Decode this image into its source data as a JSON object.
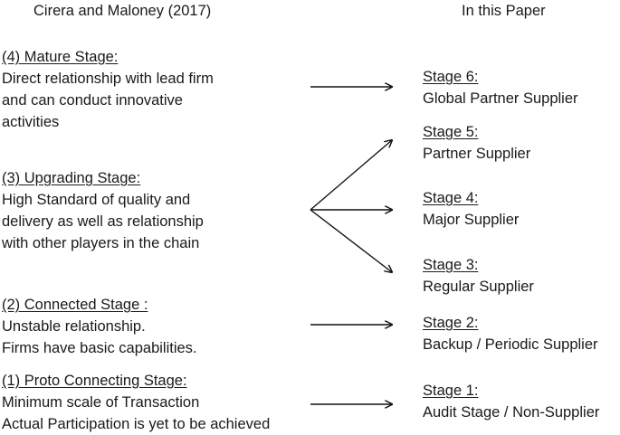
{
  "headers": {
    "left": "Cirera and Maloney (2017)",
    "right": "In this Paper"
  },
  "left_stages": [
    {
      "title": "(4) Mature Stage:",
      "lines": [
        "Direct relationship with lead firm",
        "and can conduct innovative",
        "activities"
      ]
    },
    {
      "title": "(3) Upgrading Stage:",
      "lines": [
        "High Standard of quality and",
        "delivery as well as relationship",
        "with other players in the chain"
      ]
    },
    {
      "title": "(2) Connected Stage :",
      "lines": [
        "Unstable relationship.",
        "Firms have basic capabilities."
      ]
    },
    {
      "title": "(1) Proto Connecting Stage:",
      "lines": [
        "Minimum scale of Transaction",
        "Actual Participation is yet to be achieved"
      ]
    }
  ],
  "right_stages": [
    {
      "title": "Stage 6:",
      "name": "Global Partner Supplier"
    },
    {
      "title": "Stage 5:",
      "name": "Partner Supplier"
    },
    {
      "title": "Stage 4:",
      "name": "Major Supplier"
    },
    {
      "title": "Stage 3:",
      "name": "Regular Supplier"
    },
    {
      "title": "Stage 2:",
      "name": "Backup / Periodic Supplier"
    },
    {
      "title": "Stage 1:",
      "name": "Audit Stage / Non-Supplier"
    }
  ],
  "colors": {
    "text": "#1a1a1a",
    "arrow": "#111111"
  }
}
